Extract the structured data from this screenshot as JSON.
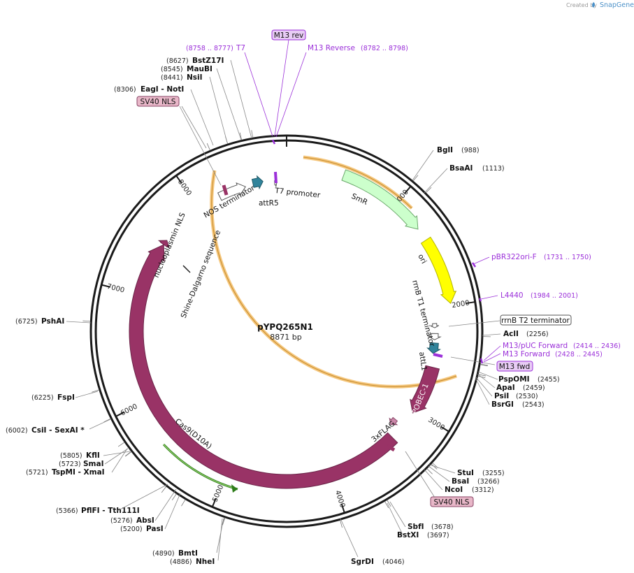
{
  "branding": {
    "created_by": "Created by",
    "app_name": "SnapGene"
  },
  "plasmid": {
    "name": "pYPQ265N1",
    "size_label": "8871 bp",
    "length": 8871
  },
  "ticks": [
    {
      "pos": 1000,
      "label": "1000"
    },
    {
      "pos": 2000,
      "label": "2000"
    },
    {
      "pos": 3000,
      "label": "3000"
    },
    {
      "pos": 4000,
      "label": "4000"
    },
    {
      "pos": 5000,
      "label": "5000"
    },
    {
      "pos": 6000,
      "label": "6000"
    },
    {
      "pos": 7000,
      "label": "7000"
    },
    {
      "pos": 8000,
      "label": "8000"
    }
  ],
  "enzymes": [
    {
      "name": "BglI",
      "pos_label": "(988)",
      "pos": 988
    },
    {
      "name": "BsaAI",
      "pos_label": "(1113)",
      "pos": 1113
    },
    {
      "name": "AclI",
      "pos_label": "(2256)",
      "pos": 2256
    },
    {
      "name": "PspOMI",
      "pos_label": "(2455)",
      "pos": 2455
    },
    {
      "name": "ApaI",
      "pos_label": "(2459)",
      "pos": 2459
    },
    {
      "name": "PsiI",
      "pos_label": "(2530)",
      "pos": 2530
    },
    {
      "name": "BsrGI",
      "pos_label": "(2543)",
      "pos": 2543
    },
    {
      "name": "StuI",
      "pos_label": "(3255)",
      "pos": 3255
    },
    {
      "name": "BsaI",
      "pos_label": "(3266)",
      "pos": 3266
    },
    {
      "name": "NcoI",
      "pos_label": "(3312)",
      "pos": 3312
    },
    {
      "name": "SbfI",
      "pos_label": "(3678)",
      "pos": 3678
    },
    {
      "name": "BstXI",
      "pos_label": "(3697)",
      "pos": 3697
    },
    {
      "name": "SgrDI",
      "pos_label": "(4046)",
      "pos": 4046
    },
    {
      "name": "BmtI",
      "pos_label": "(4890)",
      "pos": 4890
    },
    {
      "name": "NheI",
      "pos_label": "(4886)",
      "pos": 4886
    },
    {
      "name": "AbsI",
      "pos_label": "(5276)",
      "pos": 5276
    },
    {
      "name": "PasI",
      "pos_label": "(5200)",
      "pos": 5200
    },
    {
      "name": "PflFI  - Tth111I",
      "pos_label": "(5366)",
      "pos": 5366
    },
    {
      "name": "KflI",
      "pos_label": "(5805)",
      "pos": 5805
    },
    {
      "name": "SmaI",
      "pos_label": "(5723)",
      "pos": 5723
    },
    {
      "name": "TspMI  - XmaI",
      "pos_label": "(5721)",
      "pos": 5721
    },
    {
      "name": "CsiI  - SexAI *",
      "pos_label": "(6002)",
      "pos": 6002
    },
    {
      "name": "FspI",
      "pos_label": "(6225)",
      "pos": 6225
    },
    {
      "name": "PshAI",
      "pos_label": "(6725)",
      "pos": 6725
    },
    {
      "name": "EagI  - NotI",
      "pos_label": "(8306)",
      "pos": 8306
    },
    {
      "name": "NsiI",
      "pos_label": "(8441)",
      "pos": 8441
    },
    {
      "name": "MauBI",
      "pos_label": "(8545)",
      "pos": 8545
    },
    {
      "name": "BstZ17I",
      "pos_label": "(8627)",
      "pos": 8627
    }
  ],
  "primers": [
    {
      "name": "T7",
      "pos_label": "(8758 .. 8777)",
      "pos": 8767
    },
    {
      "name": "M13 Reverse",
      "pos_label": "(8782 .. 8798)",
      "pos": 8790
    },
    {
      "name": "pBR322ori-F",
      "pos_label": "(1731 .. 1750)",
      "pos": 1740
    },
    {
      "name": "L4440",
      "pos_label": "(1984 .. 2001)",
      "pos": 1992
    },
    {
      "name": "M13/pUC Forward",
      "pos_label": "(2414 .. 2436)",
      "pos": 2425
    },
    {
      "name": "M13 Forward",
      "pos_label": "(2428 .. 2445)",
      "pos": 2436
    }
  ],
  "boxed_labels": [
    {
      "name": "M13 rev"
    },
    {
      "name": "SV40 NLS"
    },
    {
      "name": "rrnB T2 terminator"
    },
    {
      "name": "M13 fwd"
    },
    {
      "name": "SV40 NLS"
    }
  ],
  "features": [
    {
      "name": "SmR",
      "start": 495,
      "end": 1285,
      "color": "#ccffcc",
      "stroke": "#6aa86a"
    },
    {
      "name": "ori",
      "start": 1400,
      "end": 1980,
      "color": "#ffff00",
      "stroke": "#b3b300"
    },
    {
      "name": "APOBEC-1",
      "start": 2560,
      "end": 3030,
      "color": "#993366",
      "stroke": "#6b2448"
    },
    {
      "name": "3xFLAG",
      "start": 3180,
      "end": 3250,
      "color": "#cc88aa",
      "stroke": "#884466"
    },
    {
      "name": "Cas9(D10A)",
      "start": 3330,
      "end": 7520,
      "color": "#993366",
      "stroke": "#6b2448"
    },
    {
      "name": "nucleoplasmin NLS",
      "start": 7520,
      "end": 7570,
      "color": "#993366",
      "stroke": "#6b2448"
    },
    {
      "name": "NOS terminator",
      "start": 8220,
      "end": 8480,
      "color": "#ffffff",
      "stroke": "#555555"
    },
    {
      "name": "attR5",
      "start": 8555,
      "end": 8650,
      "color": "#31849b",
      "stroke": "#1f5866"
    },
    {
      "name": "T7 promoter",
      "start": 8758,
      "end": 8777,
      "color": "#ffffff",
      "stroke": "#555555"
    },
    {
      "name": "attL1",
      "start": 2330,
      "end": 2430,
      "color": "#31849b",
      "stroke": "#1f5866"
    },
    {
      "name": "rrnB T1 terminator",
      "start": 2240,
      "end": 2300,
      "color": "#ffffff",
      "stroke": "#555555"
    },
    {
      "name": "rrnB T2 terminator",
      "start": 2145,
      "end": 2185,
      "color": "#ffffff",
      "stroke": "#555555"
    },
    {
      "name": "Shine-Dalgarno sequence",
      "start": 7280,
      "end": 7300,
      "color": "#222222",
      "stroke": "#222222"
    }
  ]
}
